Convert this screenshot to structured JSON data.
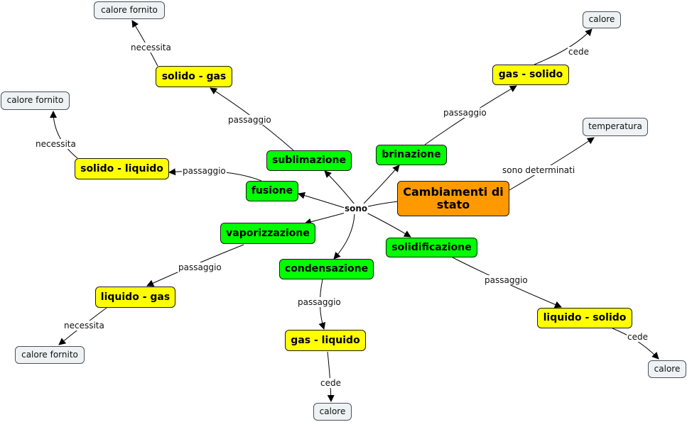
{
  "root": "Cambiamenti di stato",
  "processes": {
    "sublimazione": "sublimazione",
    "brinazione": "brinazione",
    "fusione": "fusione",
    "vaporizzazione": "vaporizzazione",
    "condensazione": "condensazione",
    "solidificazione": "solidificazione"
  },
  "transitions": {
    "solido_gas": "solido - gas",
    "gas_solido": "gas - solido",
    "solido_liquido": "solido - liquido",
    "liquido_gas": "liquido - gas",
    "gas_liquido": "gas - liquido",
    "liquido_solido": "liquido - solido"
  },
  "leaves": {
    "calore_fornito_1": "calore fornito",
    "calore_fornito_2": "calore fornito",
    "calore_fornito_3": "calore fornito",
    "calore_1": "calore",
    "calore_2": "calore",
    "calore_3": "calore",
    "temperatura": "temperatura"
  },
  "links": {
    "sono": "sono",
    "sono_determinati": "sono determinati",
    "passaggio": "passaggio",
    "necessita": "necessita",
    "cede": "cede"
  },
  "colors": {
    "root": "#ff9900",
    "process": "#00ff00",
    "transition": "#ffff00",
    "leaf": "#eef2f4"
  }
}
